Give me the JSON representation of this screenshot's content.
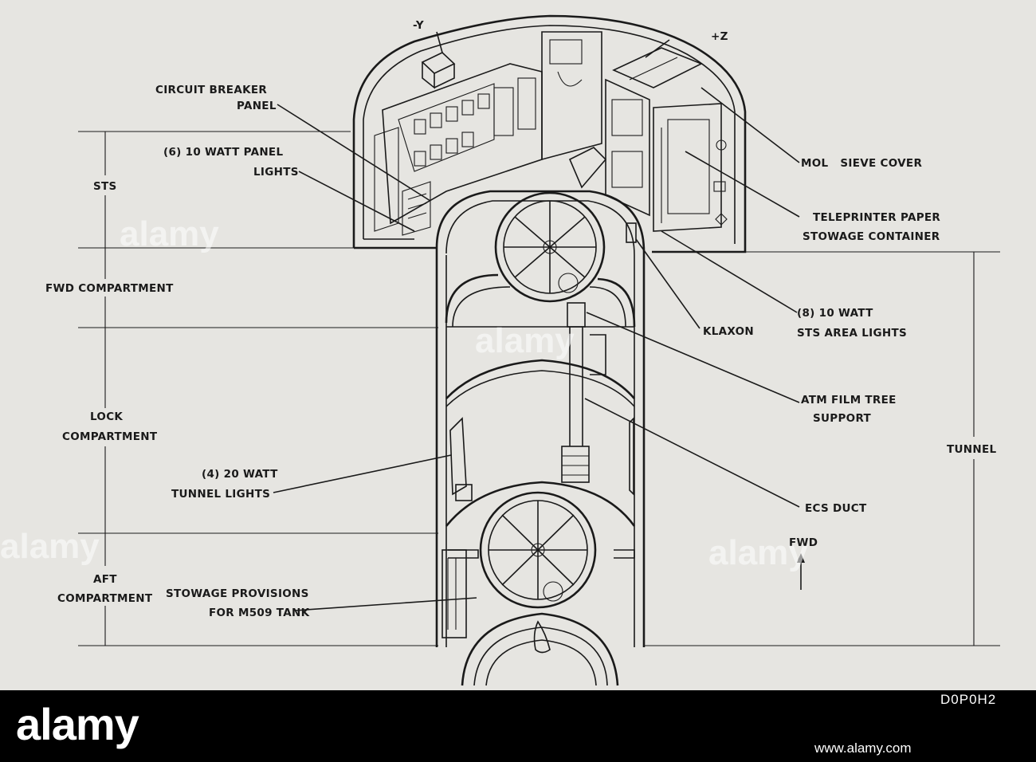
{
  "labels": {
    "minus_y": "-Y",
    "plus_z": "+Z",
    "circuit_breaker_1": "CIRCUIT BREAKER",
    "circuit_breaker_2": "PANEL",
    "panel_lights_1": "(6) 10 WATT PANEL",
    "panel_lights_2": "LIGHTS",
    "mol_sieve": "MOL   SIEVE COVER",
    "teleprinter_1": "TELEPRINTER PAPER",
    "teleprinter_2": "STOWAGE CONTAINER",
    "sts_lights_1": "(8) 10 WATT",
    "sts_lights_2": "STS AREA LIGHTS",
    "klaxon": "KLAXON",
    "atm_1": "ATM FILM TREE",
    "atm_2": "SUPPORT",
    "tunnel_lights_1": "(4) 20 WATT",
    "tunnel_lights_2": "TUNNEL LIGHTS",
    "ecs_duct": "ECS DUCT",
    "stowage_1": "STOWAGE PROVISIONS",
    "stowage_2": "FOR M509 TANK",
    "fwd": "FWD",
    "sts": "STS",
    "fwd_compartment": "FWD COMPARTMENT",
    "lock_1": "LOCK",
    "lock_2": "COMPARTMENT",
    "aft_1": "AFT",
    "aft_2": "COMPARTMENT",
    "tunnel": "TUNNEL"
  },
  "watermark": "alamy",
  "footer": {
    "logo": "alamy",
    "image_id": "D0P0H2",
    "url": "www.alamy.com"
  }
}
